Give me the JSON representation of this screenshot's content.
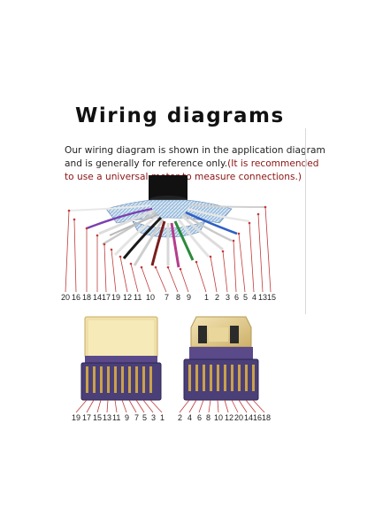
{
  "title": "Wiring diagrams",
  "description": {
    "text": "Our wiring diagram is shown in the application diagram and is generally for reference only.",
    "note": "(It is recommended to use a universal meter to measure connections.)"
  },
  "cable_pin_labels": [
    "20",
    "16",
    "18",
    "14",
    "17",
    "19",
    "12",
    "11",
    "10",
    "7",
    "8",
    "9",
    "1",
    "2",
    "3",
    "6",
    "5",
    "4",
    "13",
    "15"
  ],
  "connector_left_pins": [
    "19",
    "17",
    "15",
    "13",
    "11",
    "9",
    "7",
    "5",
    "3",
    "1"
  ],
  "connector_right_pins": [
    "2",
    "4",
    "6",
    "8",
    "10",
    "12",
    "20",
    "14",
    "16",
    "18"
  ],
  "colors": {
    "title_text": "#111111",
    "note_text": "#8b1414",
    "connector_shell": "#e8d49c",
    "connector_body": "#4b3f78",
    "lead_line": "#c23a3a"
  }
}
